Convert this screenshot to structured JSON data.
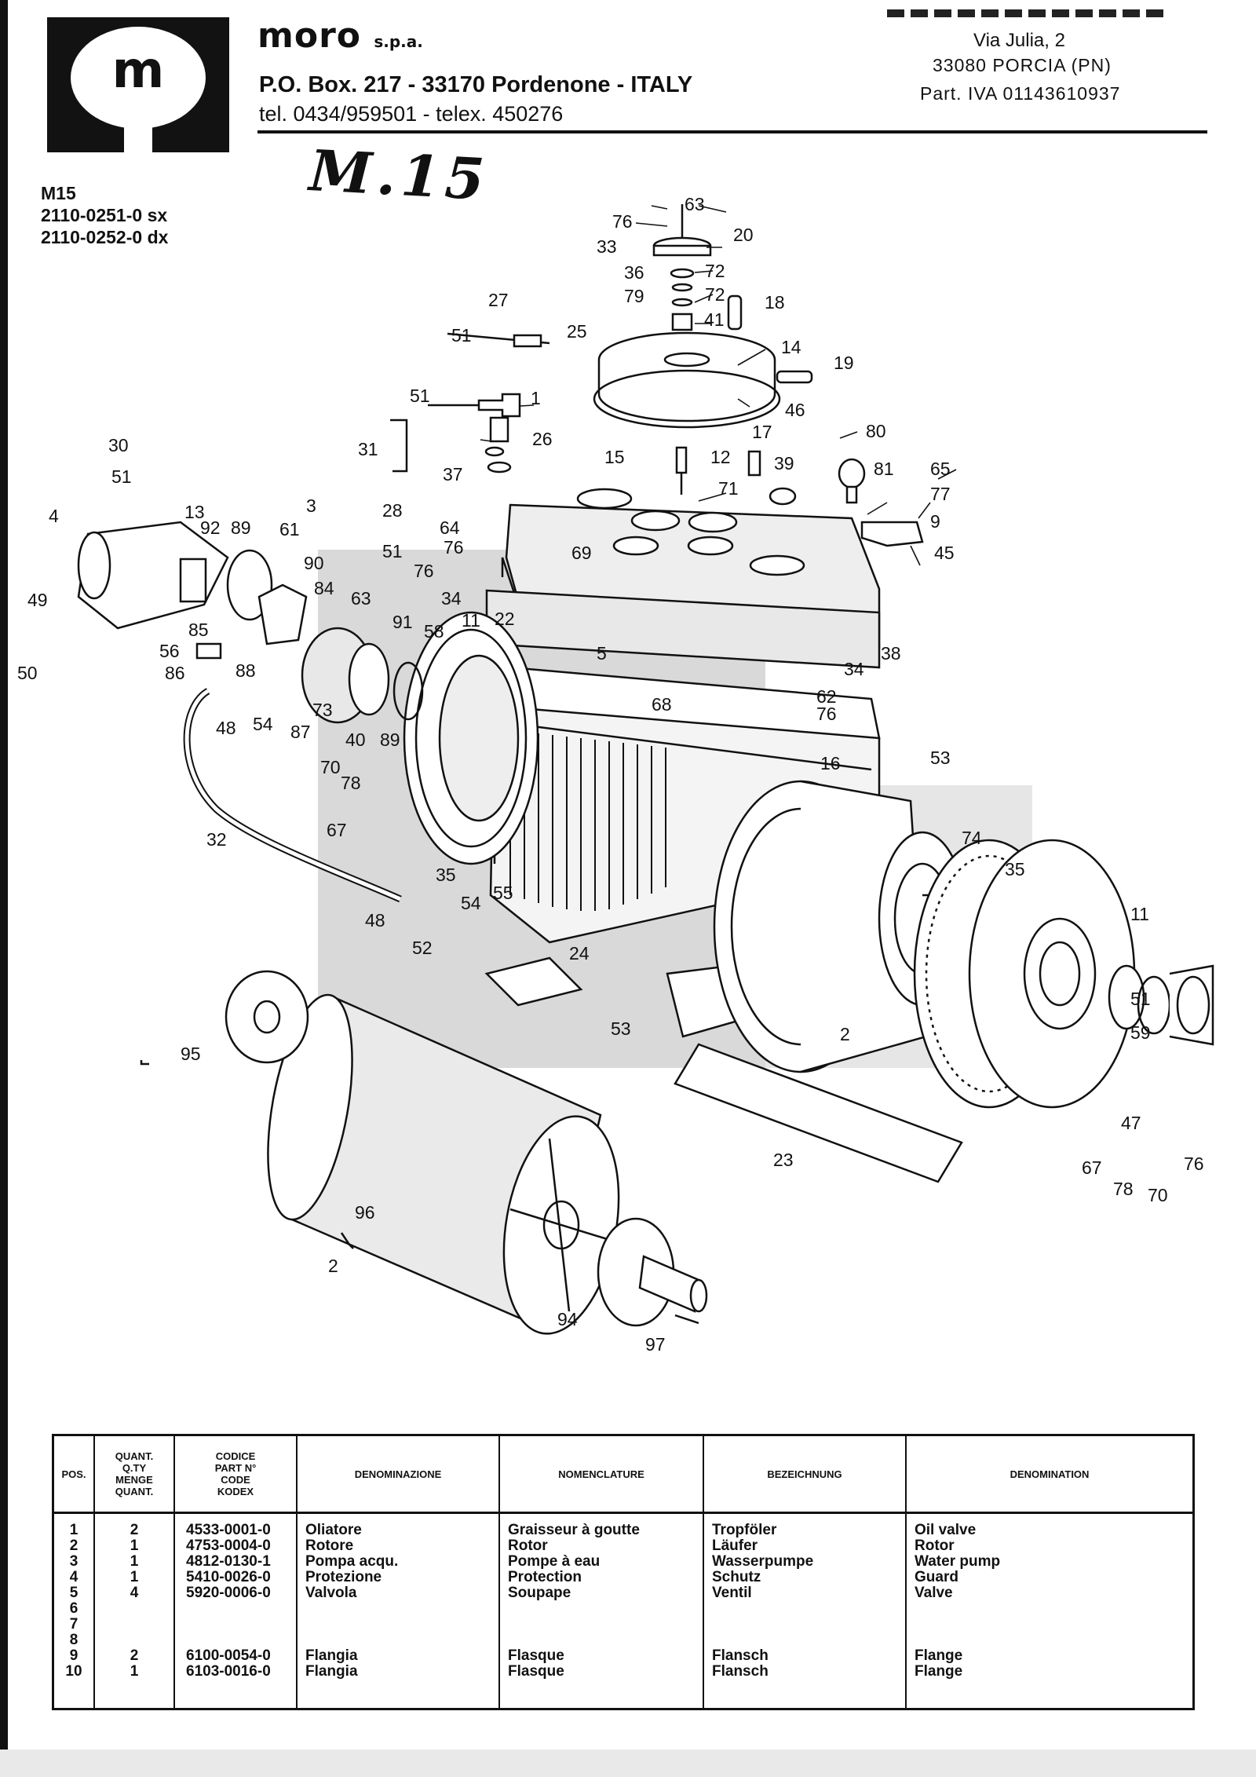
{
  "header": {
    "logo_letter": "m",
    "brand": "moro",
    "brand_suffix": "s.p.a.",
    "address_line1": "P.O. Box. 217 - 33170 Pordenone - ITALY",
    "address_line2": "tel. 0434/959501 - telex. 450276"
  },
  "stamp": {
    "line1": "Via Julia, 2",
    "line2": "33080 PORCIA (PN)",
    "line3": "Part. IVA 01143610937"
  },
  "handwritten_note": "M.15",
  "model": {
    "name": "M15",
    "code_left": "2110-0251-0 sx",
    "code_right": "2110-0252-0 dx"
  },
  "callouts": [
    {
      "id": "c63a",
      "text": "63"
    },
    {
      "id": "c76a",
      "text": "76"
    },
    {
      "id": "c20",
      "text": "20"
    },
    {
      "id": "c33",
      "text": "33"
    },
    {
      "id": "c36",
      "text": "36"
    },
    {
      "id": "c72a",
      "text": "72"
    },
    {
      "id": "c79",
      "text": "79"
    },
    {
      "id": "c72b",
      "text": "72"
    },
    {
      "id": "c41",
      "text": "41"
    },
    {
      "id": "c18",
      "text": "18"
    },
    {
      "id": "c27",
      "text": "27"
    },
    {
      "id": "c51a",
      "text": "51"
    },
    {
      "id": "c25",
      "text": "25"
    },
    {
      "id": "c14",
      "text": "14"
    },
    {
      "id": "c19",
      "text": "19"
    },
    {
      "id": "c51b",
      "text": "51"
    },
    {
      "id": "c1",
      "text": "1"
    },
    {
      "id": "c46",
      "text": "46"
    },
    {
      "id": "c31",
      "text": "31"
    },
    {
      "id": "c26",
      "text": "26"
    },
    {
      "id": "c17",
      "text": "17"
    },
    {
      "id": "c80",
      "text": "80"
    },
    {
      "id": "c30",
      "text": "30"
    },
    {
      "id": "c37",
      "text": "37"
    },
    {
      "id": "c15",
      "text": "15"
    },
    {
      "id": "c12",
      "text": "12"
    },
    {
      "id": "c39",
      "text": "39"
    },
    {
      "id": "c81",
      "text": "81"
    },
    {
      "id": "c65",
      "text": "65"
    },
    {
      "id": "c51c",
      "text": "51"
    },
    {
      "id": "c71",
      "text": "71"
    },
    {
      "id": "c77",
      "text": "77"
    },
    {
      "id": "c13",
      "text": "13"
    },
    {
      "id": "c3",
      "text": "3"
    },
    {
      "id": "c28",
      "text": "28"
    },
    {
      "id": "c9",
      "text": "9"
    },
    {
      "id": "c4",
      "text": "4"
    },
    {
      "id": "c92",
      "text": "92"
    },
    {
      "id": "c89a",
      "text": "89"
    },
    {
      "id": "c61",
      "text": "61"
    },
    {
      "id": "c64",
      "text": "64"
    },
    {
      "id": "c76b",
      "text": "76"
    },
    {
      "id": "c69",
      "text": "69"
    },
    {
      "id": "c45",
      "text": "45"
    },
    {
      "id": "c51d",
      "text": "51"
    },
    {
      "id": "c90",
      "text": "90"
    },
    {
      "id": "c76c",
      "text": "76"
    },
    {
      "id": "c84",
      "text": "84"
    },
    {
      "id": "c34a",
      "text": "34"
    },
    {
      "id": "c49",
      "text": "49"
    },
    {
      "id": "c63b",
      "text": "63"
    },
    {
      "id": "c91",
      "text": "91"
    },
    {
      "id": "c11a",
      "text": "11"
    },
    {
      "id": "c22",
      "text": "22"
    },
    {
      "id": "c85",
      "text": "85"
    },
    {
      "id": "c58",
      "text": "58"
    },
    {
      "id": "c56",
      "text": "56"
    },
    {
      "id": "c5",
      "text": "5"
    },
    {
      "id": "c38",
      "text": "38"
    },
    {
      "id": "c34b",
      "text": "34"
    },
    {
      "id": "c50",
      "text": "50"
    },
    {
      "id": "c86",
      "text": "86"
    },
    {
      "id": "c88",
      "text": "88"
    },
    {
      "id": "c62",
      "text": "62"
    },
    {
      "id": "c68",
      "text": "68"
    },
    {
      "id": "c76d",
      "text": "76"
    },
    {
      "id": "c73",
      "text": "73"
    },
    {
      "id": "c48a",
      "text": "48"
    },
    {
      "id": "c54a",
      "text": "54"
    },
    {
      "id": "c87",
      "text": "87"
    },
    {
      "id": "c40",
      "text": "40"
    },
    {
      "id": "c89b",
      "text": "89"
    },
    {
      "id": "c16",
      "text": "16"
    },
    {
      "id": "c53a",
      "text": "53"
    },
    {
      "id": "c70a",
      "text": "70"
    },
    {
      "id": "c78a",
      "text": "78"
    },
    {
      "id": "c67a",
      "text": "67"
    },
    {
      "id": "c74",
      "text": "74"
    },
    {
      "id": "c32",
      "text": "32"
    },
    {
      "id": "c35a",
      "text": "35"
    },
    {
      "id": "c55",
      "text": "55"
    },
    {
      "id": "c35b",
      "text": "35"
    },
    {
      "id": "c54b",
      "text": "54"
    },
    {
      "id": "c48b",
      "text": "48"
    },
    {
      "id": "c11b",
      "text": "11"
    },
    {
      "id": "c52",
      "text": "52"
    },
    {
      "id": "c24",
      "text": "24"
    },
    {
      "id": "c51e",
      "text": "51"
    },
    {
      "id": "c53b",
      "text": "53"
    },
    {
      "id": "c59",
      "text": "59"
    },
    {
      "id": "c95",
      "text": "95"
    },
    {
      "id": "c2a",
      "text": "2"
    },
    {
      "id": "c47",
      "text": "47"
    },
    {
      "id": "c23",
      "text": "23"
    },
    {
      "id": "c67b",
      "text": "67"
    },
    {
      "id": "c76e",
      "text": "76"
    },
    {
      "id": "c78b",
      "text": "78"
    },
    {
      "id": "c70b",
      "text": "70"
    },
    {
      "id": "c96",
      "text": "96"
    },
    {
      "id": "c2b",
      "text": "2"
    },
    {
      "id": "c94",
      "text": "94"
    },
    {
      "id": "c97",
      "text": "97"
    }
  ],
  "table": {
    "headers": {
      "pos": "POS.",
      "qty": [
        "QUANT.",
        "Q.TY",
        "MENGE",
        "QUANT."
      ],
      "code": [
        "CODICE",
        "PART N°",
        "CODE",
        "KODEX"
      ],
      "it": "DENOMINAZIONE",
      "fr": "NOMENCLATURE",
      "de": "BEZEICHNUNG",
      "en": "DENOMINATION"
    },
    "rows": [
      {
        "pos": "1",
        "qty": "2",
        "code": "4533-0001-0",
        "it": "Oliatore",
        "fr": "Graisseur à goutte",
        "de": "Tropföler",
        "en": "Oil valve"
      },
      {
        "pos": "2",
        "qty": "1",
        "code": "4753-0004-0",
        "it": "Rotore",
        "fr": "Rotor",
        "de": "Läufer",
        "en": "Rotor"
      },
      {
        "pos": "3",
        "qty": "1",
        "code": "4812-0130-1",
        "it": "Pompa acqu.",
        "fr": "Pompe à eau",
        "de": "Wasserpumpe",
        "en": "Water pump"
      },
      {
        "pos": "4",
        "qty": "1",
        "code": "5410-0026-0",
        "it": "Protezione",
        "fr": "Protection",
        "de": "Schutz",
        "en": "Guard"
      },
      {
        "pos": "5",
        "qty": "4",
        "code": "5920-0006-0",
        "it": "Valvola",
        "fr": "Soupape",
        "de": "Ventil",
        "en": "Valve"
      },
      {
        "pos": "6",
        "qty": "",
        "code": "",
        "it": "",
        "fr": "",
        "de": "",
        "en": ""
      },
      {
        "pos": "7",
        "qty": "",
        "code": "",
        "it": "",
        "fr": "",
        "de": "",
        "en": ""
      },
      {
        "pos": "8",
        "qty": "",
        "code": "",
        "it": "",
        "fr": "",
        "de": "",
        "en": ""
      },
      {
        "pos": "9",
        "qty": "2",
        "code": "6100-0054-0",
        "it": "Flangia",
        "fr": "Flasque",
        "de": "Flansch",
        "en": "Flange"
      },
      {
        "pos": "10",
        "qty": "1",
        "code": "6103-0016-0",
        "it": "Flangia",
        "fr": "Flasque",
        "de": "Flansch",
        "en": "Flange"
      }
    ]
  }
}
